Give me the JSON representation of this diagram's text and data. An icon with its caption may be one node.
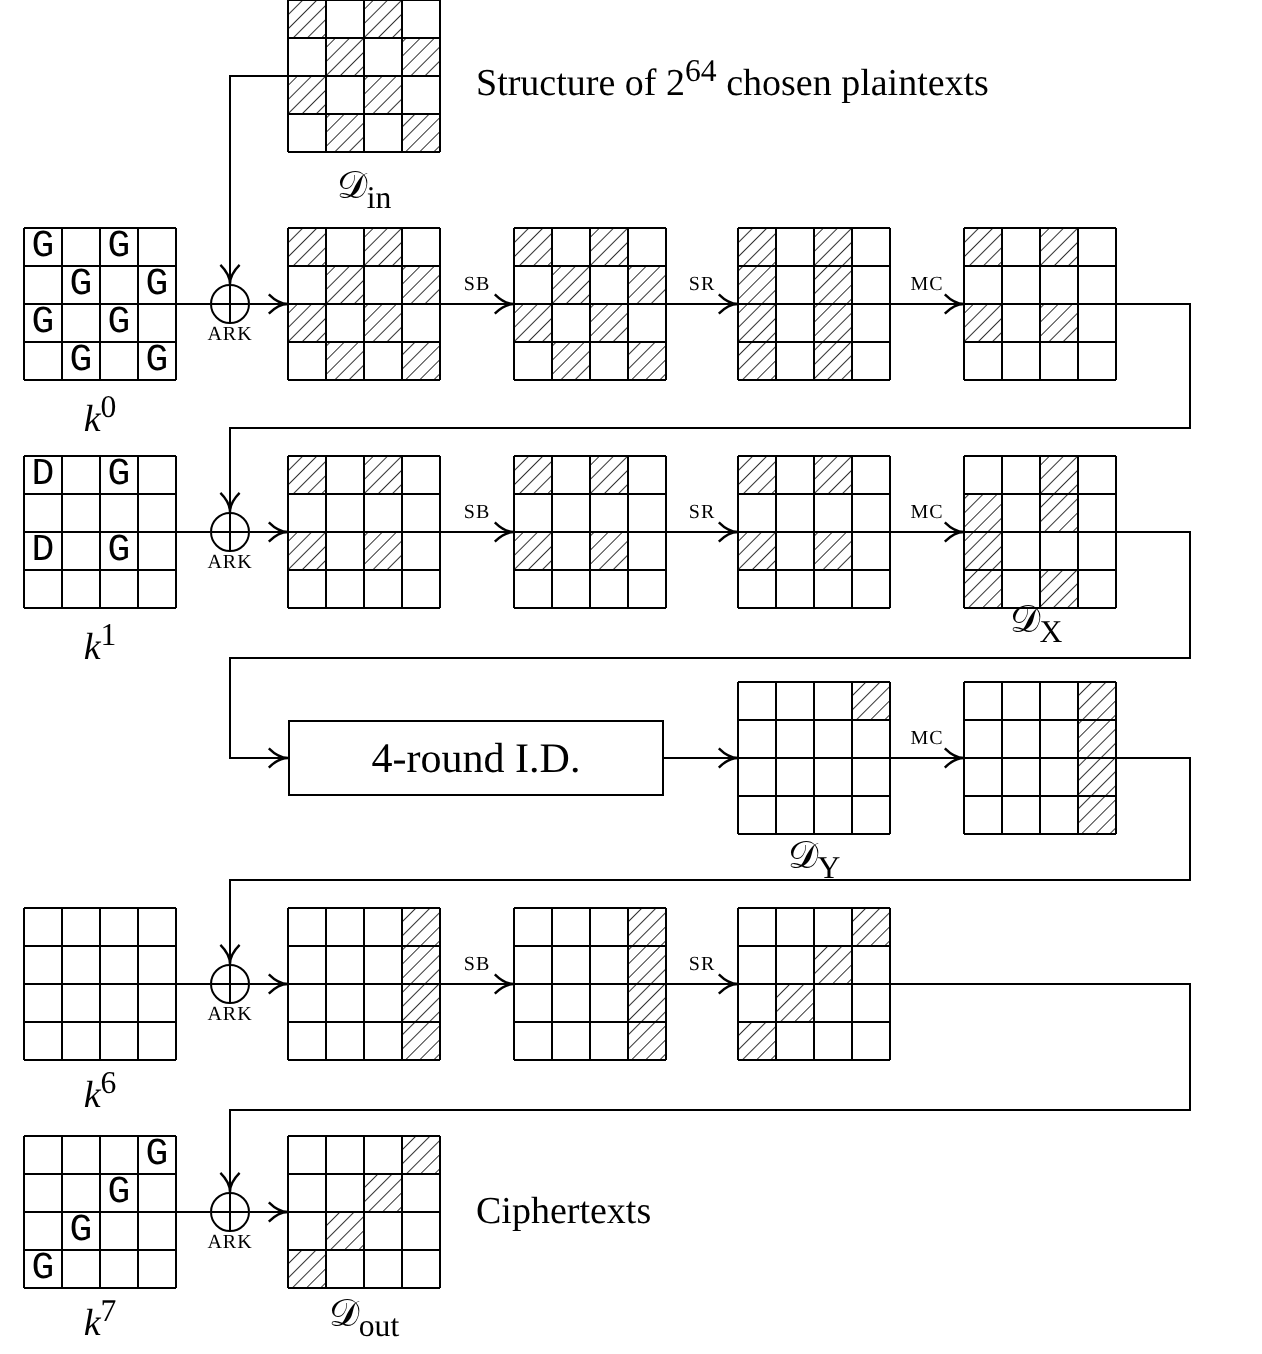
{
  "diagram": {
    "nodes": [
      {
        "text": [],
        "shape": "grid",
        "beside": [
          "𝒟$_{in}$",
          "Structure of 2$^{64}$ chosen plaintexts"
        ]
      },
      {
        "text": [
          "G",
          "G",
          "G",
          "G",
          "G",
          "G",
          "G",
          "G"
        ],
        "beside": [
          "*k*$^{0}$"
        ]
      },
      {
        "text": [],
        "shape": "circle",
        "beside": [
          "ARK"
        ]
      },
      {
        "text": [],
        "shape": "grid"
      },
      {
        "text": [],
        "shape": "grid"
      },
      {
        "text": [],
        "shape": "grid"
      },
      {
        "text": [],
        "shape": "grid"
      },
      {
        "text": [
          "D",
          "G",
          "D",
          "G"
        ],
        "beside": [
          "*k*$^{1}$"
        ]
      },
      {
        "text": [],
        "shape": "circle",
        "beside": [
          "ARK"
        ]
      },
      {
        "text": [],
        "shape": "grid"
      },
      {
        "text": [],
        "shape": "grid"
      },
      {
        "text": [],
        "shape": "grid"
      },
      {
        "text": [],
        "shape": "grid",
        "beside": [
          "𝒟$_{X}$"
        ]
      },
      {
        "text": [
          "4-round I.D."
        ]
      },
      {
        "text": [],
        "shape": "grid",
        "beside": [
          "𝒟$_{Y}$"
        ]
      },
      {
        "text": [],
        "shape": "grid"
      },
      {
        "text": [],
        "shape": "grid",
        "beside": [
          "*k*$^{6}$"
        ]
      },
      {
        "text": [],
        "shape": "circle",
        "beside": [
          "ARK"
        ]
      },
      {
        "text": [],
        "shape": "grid"
      },
      {
        "text": [],
        "shape": "grid"
      },
      {
        "text": [],
        "shape": "grid"
      },
      {
        "text": [
          "G",
          "G",
          "G",
          "G"
        ],
        "beside": [
          "*k*$^{7}$"
        ]
      },
      {
        "text": [],
        "shape": "circle",
        "beside": [
          "ARK"
        ]
      },
      {
        "text": [],
        "shape": "grid",
        "beside": [
          "𝒟$_{out}$",
          "Ciphertexts"
        ]
      }
    ],
    "edges": [
      {
        "from": 0,
        "to": 2,
        "arrow": "to"
      },
      {
        "from": 1,
        "to": 2,
        "arrow": "none"
      },
      {
        "from": 2,
        "to": 3,
        "arrow": "to"
      },
      {
        "from": 3,
        "to": 4,
        "arrow": "to",
        "label": "SB"
      },
      {
        "from": 4,
        "to": 5,
        "arrow": "to",
        "label": "SR"
      },
      {
        "from": 5,
        "to": 6,
        "arrow": "to",
        "label": "MC"
      },
      {
        "from": 6,
        "to": 8,
        "arrow": "to"
      },
      {
        "from": 7,
        "to": 8,
        "arrow": "none"
      },
      {
        "from": 8,
        "to": 9,
        "arrow": "to"
      },
      {
        "from": 9,
        "to": 10,
        "arrow": "to",
        "label": "SB"
      },
      {
        "from": 10,
        "to": 11,
        "arrow": "to",
        "label": "SR"
      },
      {
        "from": 11,
        "to": 12,
        "arrow": "to",
        "label": "MC"
      },
      {
        "from": 12,
        "to": 13,
        "arrow": "to"
      },
      {
        "from": 13,
        "to": 14,
        "arrow": "to"
      },
      {
        "from": 14,
        "to": 15,
        "arrow": "to",
        "label": "MC"
      },
      {
        "from": 15,
        "to": 17,
        "arrow": "to"
      },
      {
        "from": 16,
        "to": 17,
        "arrow": "none"
      },
      {
        "from": 17,
        "to": 18,
        "arrow": "to"
      },
      {
        "from": 18,
        "to": 19,
        "arrow": "to",
        "label": "SB"
      },
      {
        "from": 19,
        "to": 20,
        "arrow": "to",
        "label": "SR"
      },
      {
        "from": 20,
        "to": 22,
        "arrow": "to"
      },
      {
        "from": 21,
        "to": 22,
        "arrow": "none"
      },
      {
        "from": 22,
        "to": 23,
        "arrow": "to"
      }
    ]
  }
}
